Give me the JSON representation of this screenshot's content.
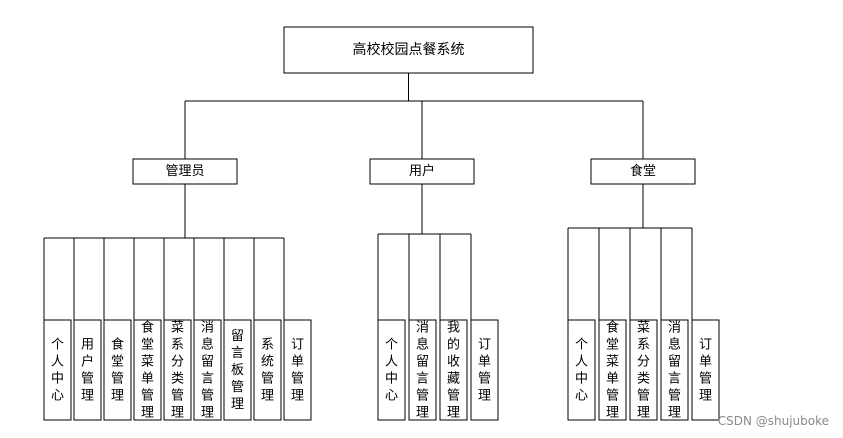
{
  "root": {
    "label": "高校校园点餐系统"
  },
  "groups": [
    {
      "label": "管理员",
      "items": [
        "个人中心",
        "用户管理",
        "食堂管理",
        "食堂菜单管理",
        "菜系分类管理",
        "消息留言管理",
        "留言板管理",
        "系统管理",
        "订单管理"
      ]
    },
    {
      "label": "用户",
      "items": [
        "个人中心",
        "消息留言管理",
        "我的收藏管理",
        "订单管理"
      ]
    },
    {
      "label": "食堂",
      "items": [
        "个人中心",
        "食堂菜单管理",
        "菜系分类管理",
        "消息留言管理",
        "订单管理"
      ]
    }
  ],
  "watermark": "CSDN @shujuboke"
}
